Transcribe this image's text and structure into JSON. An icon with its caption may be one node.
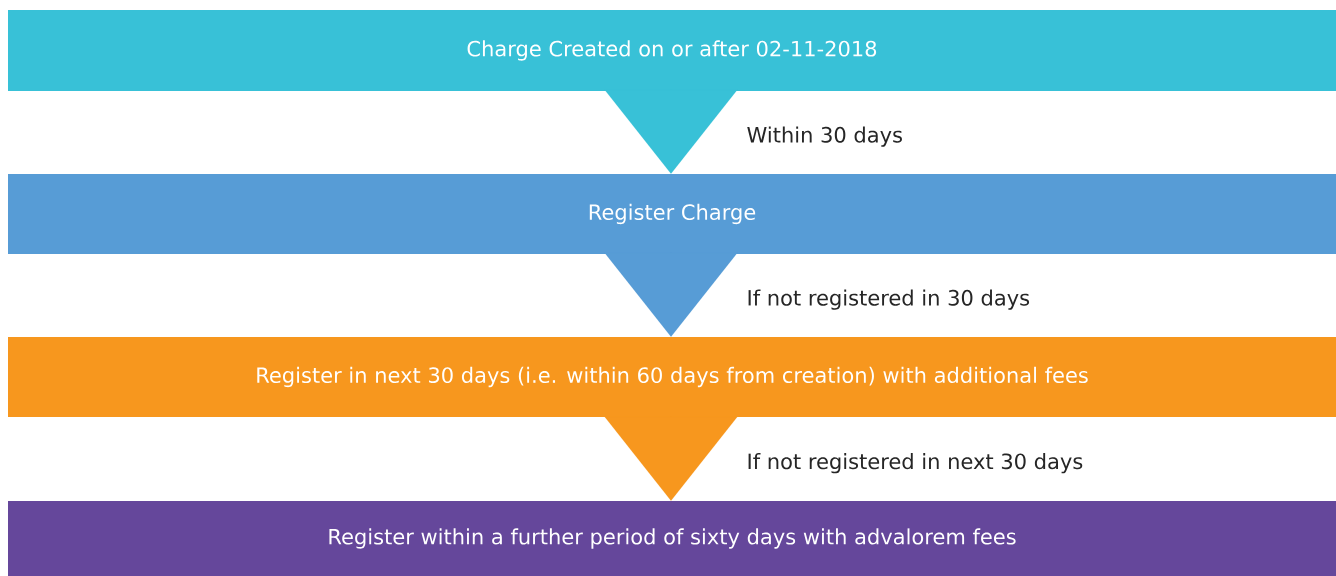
{
  "diagram": {
    "nodes": [
      {
        "text": [
          "Charge Created on or after 02-11-2018"
        ]
      },
      {
        "text": [
          "Register Charge"
        ]
      },
      {
        "text": [
          "Register in next 30 days (i.e. within 60 days from creation) with additional fees"
        ]
      },
      {
        "text": [
          "Register within a further period of sixty days with advalorem fees"
        ]
      }
    ],
    "edges": [
      {
        "from": 0,
        "to": 1,
        "arrow": "to",
        "label": "Within 30 days",
        "color": "#38c1d7"
      },
      {
        "from": 1,
        "to": 2,
        "arrow": "to",
        "label": "If not registered in 30 days",
        "color": "#579cd6"
      },
      {
        "from": 2,
        "to": 3,
        "arrow": "to",
        "label": "If not registered in next 30 days",
        "color": "#f7971e"
      }
    ]
  }
}
